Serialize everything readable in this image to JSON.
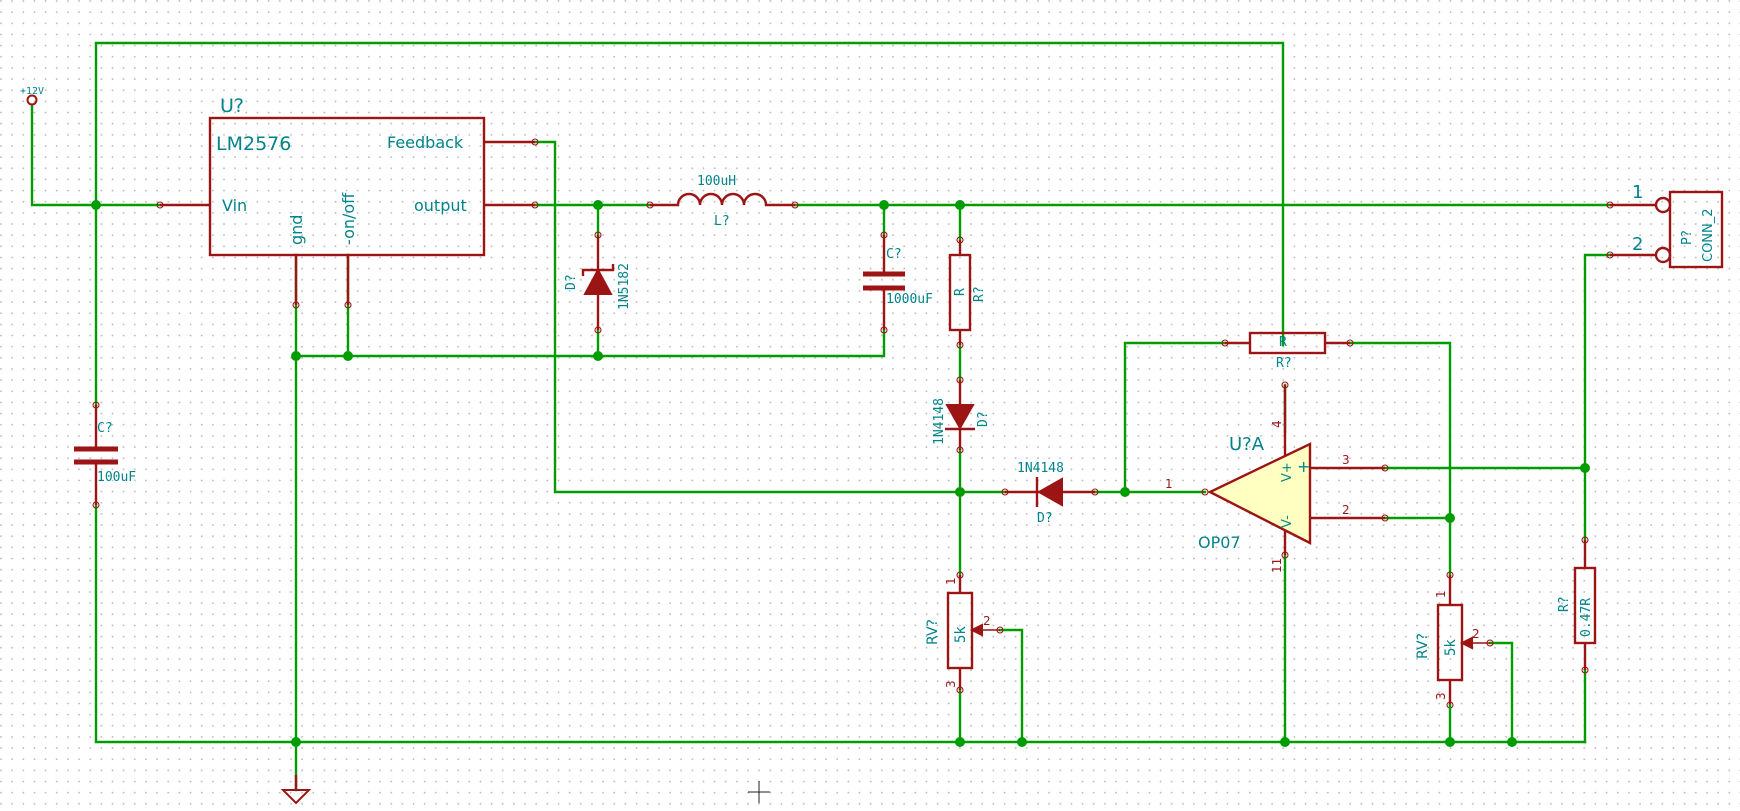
{
  "power_label": "+12V",
  "regulator": {
    "ref": "U?",
    "name": "LM2576",
    "pin_vin": "Vin",
    "pin_feedback": "Feedback",
    "pin_output": "output",
    "pin_gnd": "gnd",
    "pin_onoff": "-on/off"
  },
  "c_in": {
    "ref": "C?",
    "value": "100uF"
  },
  "schottky": {
    "ref": "D?",
    "value": "1N5182"
  },
  "inductor": {
    "ref": "L?",
    "value": "100uH"
  },
  "c_out": {
    "ref": "C?",
    "value": "1000uF"
  },
  "r_series": {
    "ref": "R?",
    "value": "R"
  },
  "d_vertical": {
    "ref": "D?",
    "value": "1N4148"
  },
  "d_horizontal": {
    "ref": "D?",
    "value": "1N4148"
  },
  "r_feedback": {
    "ref": "R?",
    "value": "R"
  },
  "opamp": {
    "ref": "U?A",
    "value": "OP07",
    "label_vplus": "V+",
    "label_vminus": "V-",
    "pin_out": "1",
    "pin_inv": "2",
    "pin_noninv": "3",
    "pin_vpos": "4",
    "pin_vneg": "11"
  },
  "rv_left": {
    "ref": "RV?",
    "value": "5k",
    "pins": [
      "1",
      "2",
      "3"
    ]
  },
  "rv_right": {
    "ref": "RV?",
    "value": "5k",
    "pins": [
      "1",
      "2",
      "3"
    ]
  },
  "r_sense": {
    "ref": "R?",
    "value": "0.47R"
  },
  "connector": {
    "ref": "P?",
    "value": "CONN_2",
    "pin1": "1",
    "pin2": "2"
  }
}
